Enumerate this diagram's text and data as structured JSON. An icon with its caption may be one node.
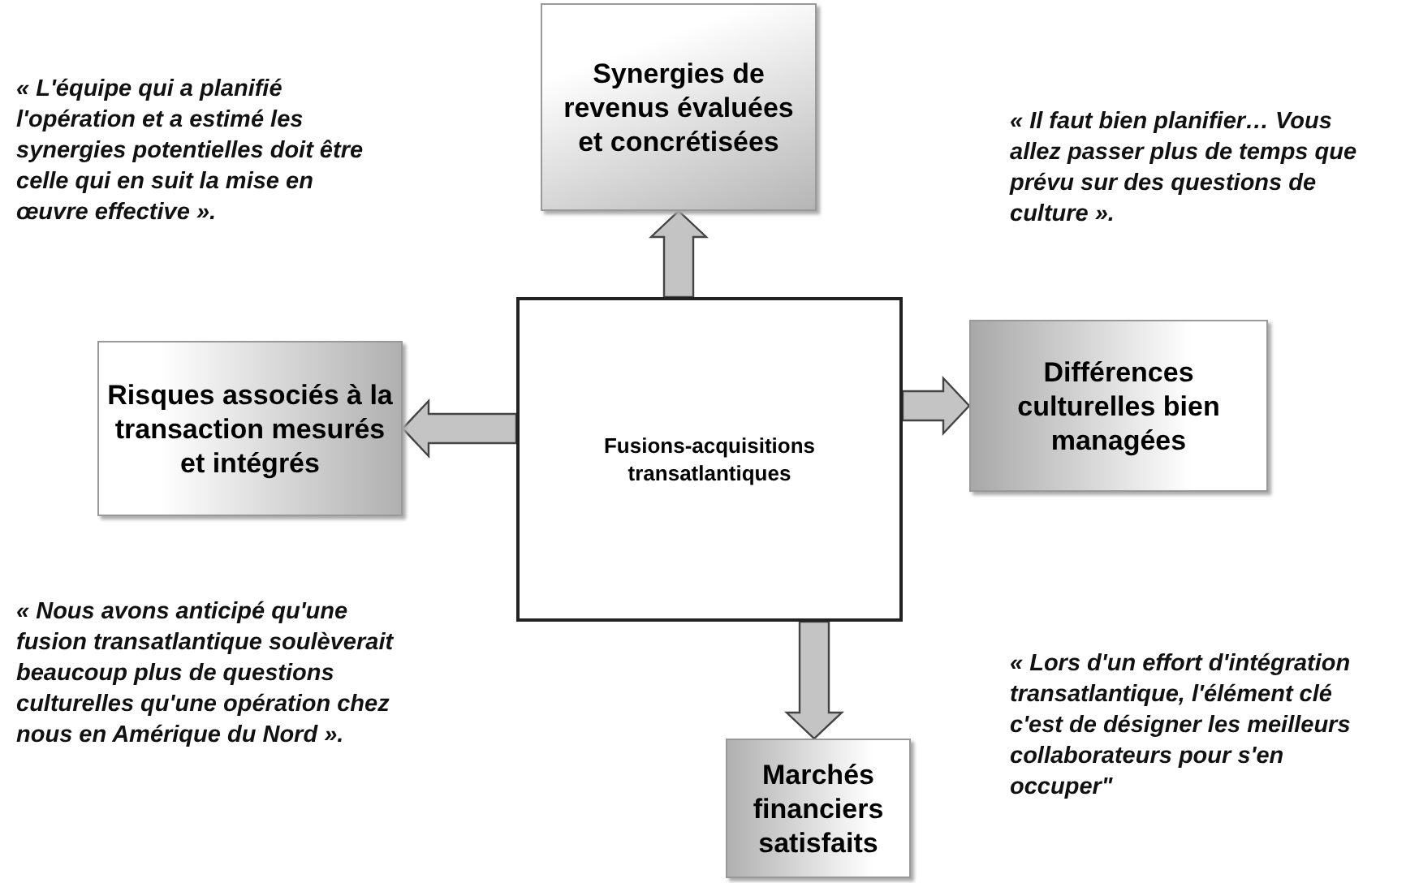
{
  "diagram": {
    "nodes": [
      {
        "text": [
          "Synergies de revenus évaluées et concrétisées"
        ]
      },
      {
        "text": [
          "Risques associés à la transaction mesurés et intégrés"
        ]
      },
      {
        "text": [
          "Fusions-acquisitions transatlantiques"
        ]
      },
      {
        "text": [
          "Différences culturelles bien managées"
        ]
      },
      {
        "text": [
          "Marchés financiers satisfaits"
        ]
      }
    ],
    "edges": [
      {
        "from": 2,
        "to": 0,
        "arrow": "to"
      },
      {
        "from": 2,
        "to": 1,
        "arrow": "to"
      },
      {
        "from": 2,
        "to": 3,
        "arrow": "to"
      },
      {
        "from": 2,
        "to": 4,
        "arrow": "to"
      }
    ],
    "labels": [
      "« L'équipe qui a planifié l'opération et a estimé les synergies potentielles doit être celle qui en suit la mise en œuvre effective ».",
      "« Il faut bien planifier… Vous allez passer plus de temps que prévu sur des questions de culture ».",
      "« Nous avons anticipé qu'une fusion transatlantique soulèverait beaucoup plus de questions culturelles qu'une opération chez nous en Amérique du Nord ».",
      "« Lors d'un effort d'intégration transatlantique, l'élément clé c'est de désigner les meilleurs collaborateurs pour s'en occuper\""
    ]
  }
}
